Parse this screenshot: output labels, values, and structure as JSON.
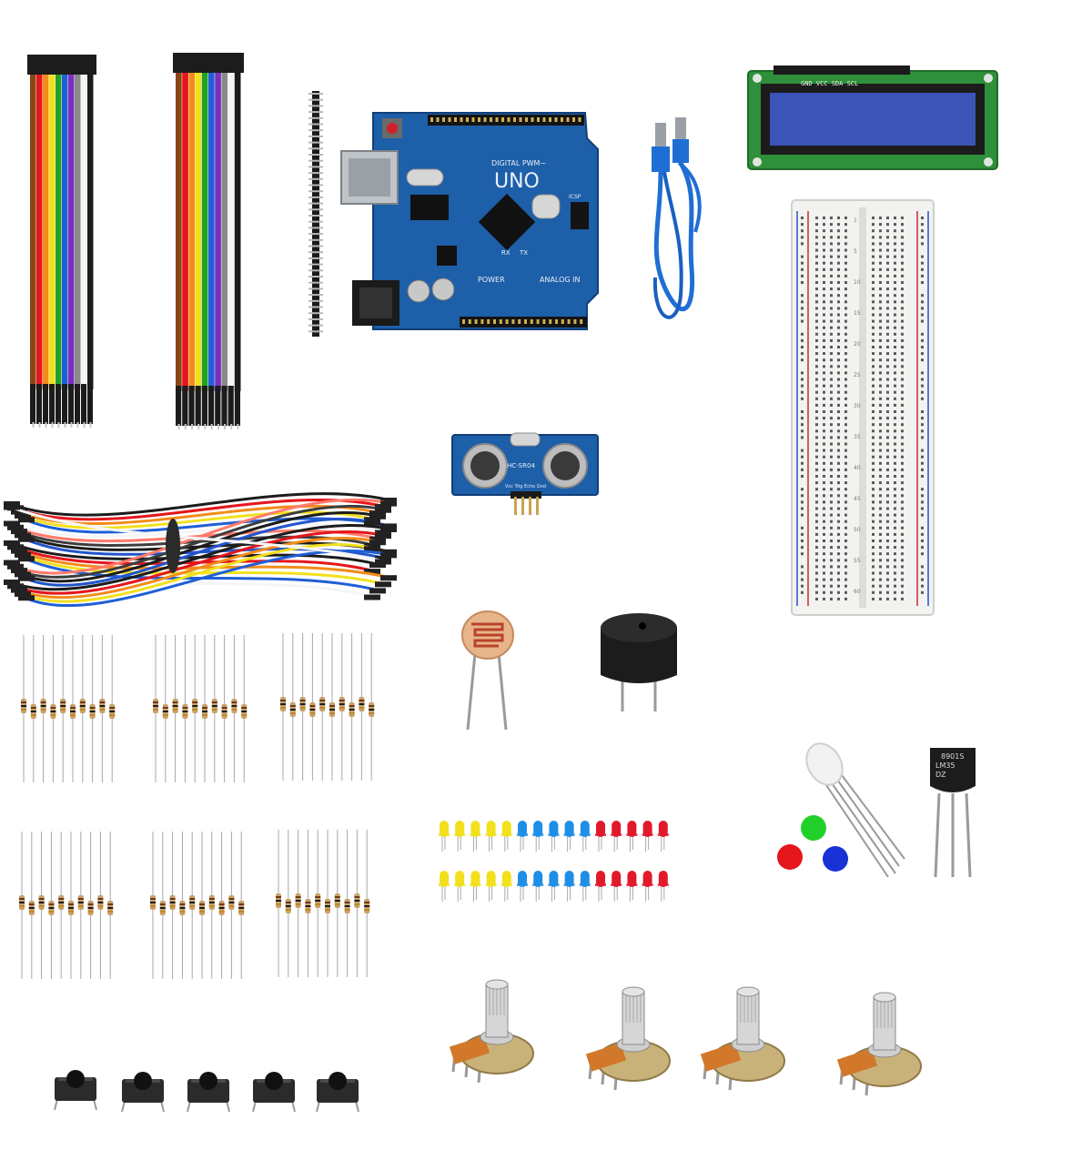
{
  "colors": {
    "background": "#ffffff",
    "board_blue": "#1d5fa8",
    "board_dark": "#123f78",
    "lcd_green": "#2f8f3a",
    "lcd_screen": "#3c54b8",
    "breadboard": "#f2f2f0",
    "rail_red": "#cc2a2a",
    "rail_blue": "#2a4fcc",
    "resistor_body": "#c9a16a",
    "pot_body": "#c9b27a",
    "buzzer": "#1c1c1c",
    "led_yellow": "#f2e01d",
    "led_blue": "#1e8fe6",
    "led_red": "#e11a2a",
    "rgb_red": "#e4161c",
    "rgb_green": "#22d02a",
    "rgb_blue": "#1932d6"
  },
  "arduino": {
    "model": "UNO",
    "title": "DIGITAL PWM~",
    "power_label": "POWER",
    "analog_label": "ANALOG IN",
    "tx_label": "TX",
    "rx_label": "RX",
    "icsp_label": "ICSP"
  },
  "lcd": {
    "pin_labels": "GND VCC SDA SCL"
  },
  "sensor": {
    "model": "HC-SR04",
    "pins": "Vcc Trig Echo Gnd"
  },
  "temp_sensor": {
    "line1": "8901S",
    "line2": "LM35",
    "line3": "DZ"
  },
  "breadboard": {
    "numbers": [
      "1",
      "5",
      "10",
      "15",
      "20",
      "25",
      "30",
      "35",
      "40",
      "45",
      "50",
      "55",
      "60"
    ]
  },
  "led_rows": [
    [
      "led_yellow",
      "led_yellow",
      "led_yellow",
      "led_yellow",
      "led_yellow",
      "led_blue",
      "led_blue",
      "led_blue",
      "led_blue",
      "led_blue",
      "led_red",
      "led_red",
      "led_red",
      "led_red",
      "led_red"
    ],
    [
      "led_yellow",
      "led_yellow",
      "led_yellow",
      "led_yellow",
      "led_yellow",
      "led_blue",
      "led_blue",
      "led_blue",
      "led_blue",
      "led_blue",
      "led_red",
      "led_red",
      "led_red",
      "led_red",
      "led_red"
    ]
  ],
  "counts": {
    "resistor_bundles": 6,
    "resistors_per_bundle": 10,
    "potentiometers": 4,
    "push_buttons": 5
  }
}
